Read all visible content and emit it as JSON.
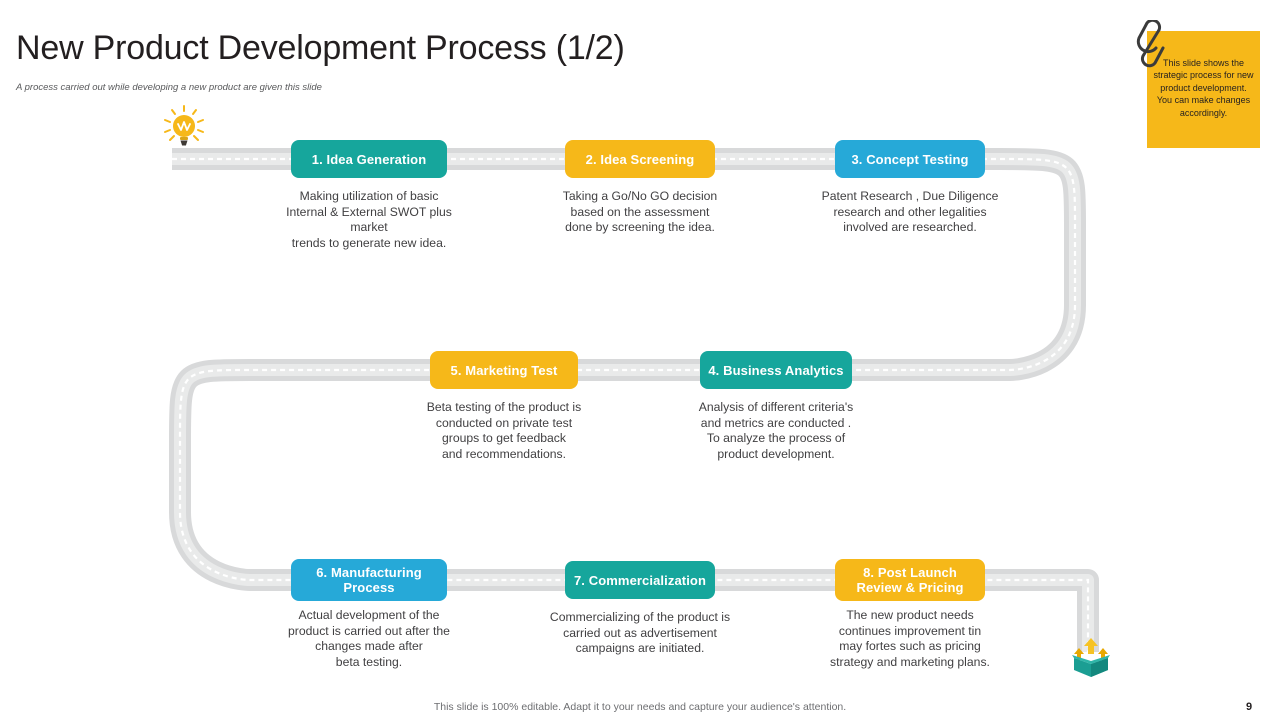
{
  "header": {
    "title": "New Product Development Process (1/2)",
    "subtitle": "A process carried out while developing a new product are given this slide"
  },
  "sticky_note": {
    "text": "This slide shows the strategic process for new product development. You can make changes accordingly.",
    "color": "#f6b819",
    "clip_icon": "paperclip-icon"
  },
  "icons": {
    "start": "lightbulb-icon",
    "end": "product-launch-box-icon"
  },
  "colors": {
    "teal": "#16a69c",
    "yellow": "#f6b819",
    "blue": "#26a9d8",
    "road": "#d8d9da",
    "road_line": "#ffffff"
  },
  "steps": [
    {
      "label": "1. Idea Generation",
      "color": "#16a69c",
      "description": "Making utilization of basic\nInternal & External SWOT plus market\ntrends to generate  new idea."
    },
    {
      "label": "2. Idea Screening",
      "color": "#f6b819",
      "description": "Taking a Go/No GO decision\nbased on the assessment\ndone by screening the idea."
    },
    {
      "label": "3. Concept Testing",
      "color": "#26a9d8",
      "description": "Patent Research , Due Diligence\nresearch  and other legalities\ninvolved are researched."
    },
    {
      "label": "4. Business Analytics",
      "color": "#16a69c",
      "description": "Analysis of different criteria's\nand metrics are  conducted .\nTo analyze the process of\nproduct development."
    },
    {
      "label": "5. Marketing Test",
      "color": "#f6b819",
      "description": "Beta testing of the product is\nconducted on private test\ngroups to get feedback\nand recommendations."
    },
    {
      "label": "6. Manufacturing\nProcess",
      "color": "#26a9d8",
      "description": "Actual development of the\nproduct is carried out after the\nchanges made after\nbeta testing."
    },
    {
      "label": "7. Commercialization",
      "color": "#16a69c",
      "description": "Commercializing of the product is\ncarried out as advertisement\ncampaigns are initiated."
    },
    {
      "label": "8. Post Launch\nReview & Pricing",
      "color": "#f6b819",
      "description": "The new product needs\ncontinues improvement tin\nmay fortes such as pricing\nstrategy and marketing plans."
    }
  ],
  "footer": {
    "note": "This slide is  100% editable.  Adapt it  to your  needs and capture your audience's attention.",
    "page_number": "9"
  }
}
